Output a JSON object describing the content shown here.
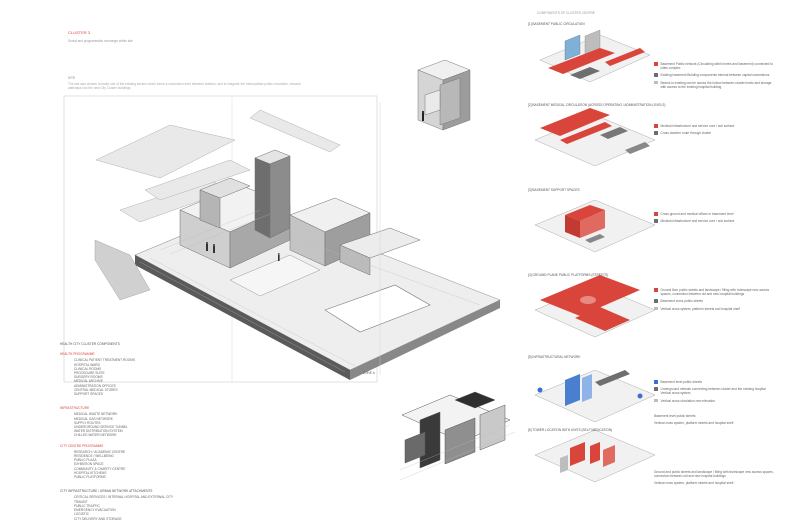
{
  "colors": {
    "accent": "#d9453b",
    "grey_light": "#e8e8e8",
    "grey_mid": "#bdbdbd",
    "grey_dark": "#6e6e6e",
    "blue": "#3a6fd8"
  },
  "intro": {
    "title": "CLUSTER 3",
    "subtitle": "Social and programmatic exchange within site",
    "heading": "SITE",
    "body": "The site was chosen to make use of the existing section which forms a connection from between stations, and to integrate the metropolitan public circulation, network pathways into the new City Cluster buildings."
  },
  "labels": {
    "zone_tag": "ZONE A",
    "right_title": "COMPONENTS OF CLUSTER CENTRE"
  },
  "program_sections": [
    {
      "title": "HEALTH CITY CLUSTER COMPONENTS",
      "colored": false,
      "items": []
    },
    {
      "title": "HEALTH PROGRAMME",
      "colored": true,
      "items": [
        "CLINICAL PATIENT TREATMENT ROOMS",
        "HOSPITAL WARD",
        "CLINICAL ROOMS",
        "PROCEDURE SUITE",
        "SURGERY ROOMS",
        "MEDICAL ARCHIVE",
        "ADMINISTRATION OFFICES",
        "CENTRAL MEDICAL STORES",
        "SUPPORT SPACES"
      ]
    },
    {
      "title": "INFRASTRUCTURE",
      "colored": true,
      "items": [
        "MEDICAL WASTE NETWORK",
        "MEDICAL GAS NETWORK",
        "SUPPLY ROUTES",
        "UNDERGROUND SERVICE TUNNEL",
        "WATER DISTRIBUTION SYSTEM",
        "CHILLED WATER NETWORK"
      ]
    },
    {
      "title": "CITY CENTRE PROGRAMME",
      "colored": true,
      "items": [
        "RESEARCH / ACADEMIC CENTRE",
        "RESIDENCE / WELLBEING",
        "PUBLIC PLAZA",
        "EXHIBITION SPACE",
        "COMMUNITY & CHARITY CENTRE",
        "HOSPITAL KITCHENS",
        "PUBLIC PLATFORMS"
      ]
    },
    {
      "title": "CITY INFRASTRUCTURE / URBAN NETWORK ATTACHMENTS",
      "colored": false,
      "items": [
        "CRITICAL SERVICES / INTERNAL HOSPITAL AND EXTERNAL CITY",
        "TRANSIT",
        "PUBLIC TRAFFIC",
        "EMERGENCY EVACUATION",
        "LOGISTIC",
        "CITY DELIVERY AND STORAGE"
      ]
    }
  ],
  "diagrams": [
    {
      "title": "[1] BASEMENT PUBLIC CIRCULATION",
      "legend": [
        {
          "color": "#d9453b",
          "text": "Basement Public network (Circulating within levels and basement) connected to cities complex"
        },
        {
          "color": "#6e6e6e",
          "text": "Existing basement Building components internal between capital connections"
        },
        {
          "color": "#bdbdbd",
          "text": "Beams in existing can be across the hollow between cluster levels and storage with access to the existing hospital building"
        }
      ]
    },
    {
      "title": "[2] BASEMENT MEDICAL CIRCULATION (ACROSS OPERATING / ADMINISTRATION LEVELS)",
      "legend": [
        {
          "color": "#d9453b",
          "text": "Medical infrastructure and service core / sub surface"
        },
        {
          "color": "#6e6e6e",
          "text": "Cross clamber route through cluster"
        }
      ]
    },
    {
      "title": "[3] BASEMENT SUPPORT SPACES",
      "legend": [
        {
          "color": "#d9453b",
          "text": "Cross ground and medical offices in basement level"
        },
        {
          "color": "#6e6e6e",
          "text": "Medical infrastructure and service core / sub surface"
        }
      ]
    },
    {
      "title": "[4] GROUND PLANE PUBLIC PLATFORMS (STREETS)",
      "legend": [
        {
          "color": "#d9453b",
          "text": "Ground floor public streets and landscape / filling with trulescape new access spaces, connection between old and new hospital buildings"
        },
        {
          "color": "#6e6e6e",
          "text": "Basement cross public streets"
        },
        {
          "color": "#bdbdbd",
          "text": "Vertical cross system, platform streets and hospital shelf"
        }
      ]
    },
    {
      "title": "[5] INFRASTRUCTURAL NETWORK",
      "legend": [
        {
          "color": "#3a6fd8",
          "text": "Basement level public streets"
        },
        {
          "color": "#6e6e6e",
          "text": "Underground network connecting between cluster and the existing hospital Vertical cross system"
        },
        {
          "color": "#bdbdbd",
          "text": "Vertical cross circulation new elevation"
        }
      ]
    },
    {
      "title": "[6] TOWER LOCATION WITH UNITS (SELF MEDICATION)",
      "legend": [
        {
          "color": "#bdbdbd",
          "text": "Basement level public streets"
        },
        {
          "color": "#bdbdbd",
          "text": "Vertical cross system, platform streets and hospital shelf"
        }
      ]
    },
    {
      "title": "",
      "legend": [
        {
          "color": "#d9453b",
          "text": "Ground and public streets and landscape / filling with trulescape new access spaces, connection between old and new hospital buildings"
        },
        {
          "color": "#bdbdbd",
          "text": "Vertical cross system, platform streets and hospital shelf"
        }
      ]
    }
  ],
  "icons": {
    "person": "person-silhouette-icon",
    "legend_square": "legend-square-icon"
  }
}
